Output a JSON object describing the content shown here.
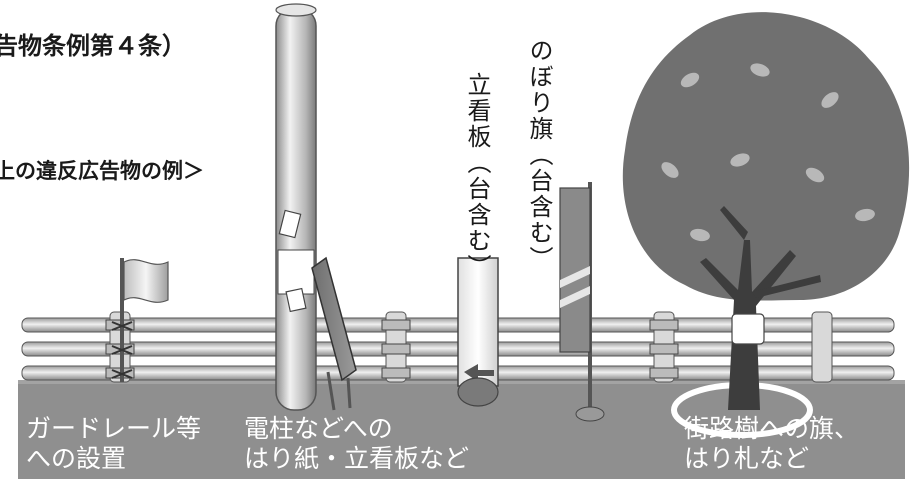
{
  "header": {
    "line1": "告物条例第４条）",
    "line2": "上の違反広告物の例＞"
  },
  "labels": {
    "standing_sign": "立看板（台含む）",
    "banner_flag": "のぼり旗（台含む）"
  },
  "captions": {
    "guardrail": "ガードレール等\nへの設置",
    "utility_pole": "電柱などへの\nはり紙・立看板など",
    "street_tree": "街路樹への旗、\nはり札など"
  }
}
